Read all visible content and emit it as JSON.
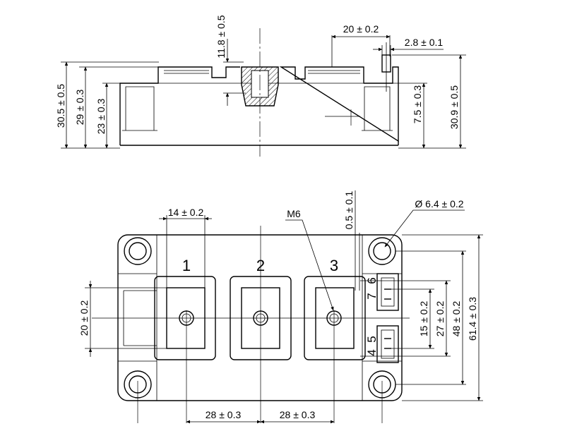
{
  "side_view": {
    "dims": {
      "total_height": "30.5 ± 0.5",
      "height_29": "29 ± 0.3",
      "height_23": "23 ± 0.3",
      "nut_depth": "11.8 ± 0.5",
      "terminal_width": "20 ± 0.2",
      "pin_width": "2.8 ± 0.1",
      "pin_height": "7.5 ± 0.3",
      "pin_total_height": "30.9 ± 0.5"
    }
  },
  "top_view": {
    "dims": {
      "terminal_width": "14 ± 0.2",
      "thread": "M6",
      "pin_offset": "0.5 ± 0.1",
      "hole_dia": "Ø 6.4 ± 0.2",
      "terminal_height": "20 ± 0.2",
      "pitch_left": "28 ± 0.3",
      "pitch_right": "28 ± 0.3",
      "pin_spacing": "15 ± 0.2",
      "dim_27": "27 ± 0.2",
      "mount_spacing": "48 ± 0.2",
      "body_width": "61.4 ± 0.3"
    },
    "terminals": [
      "1",
      "2",
      "3"
    ],
    "pins": [
      "6",
      "7",
      "4",
      "5"
    ]
  }
}
